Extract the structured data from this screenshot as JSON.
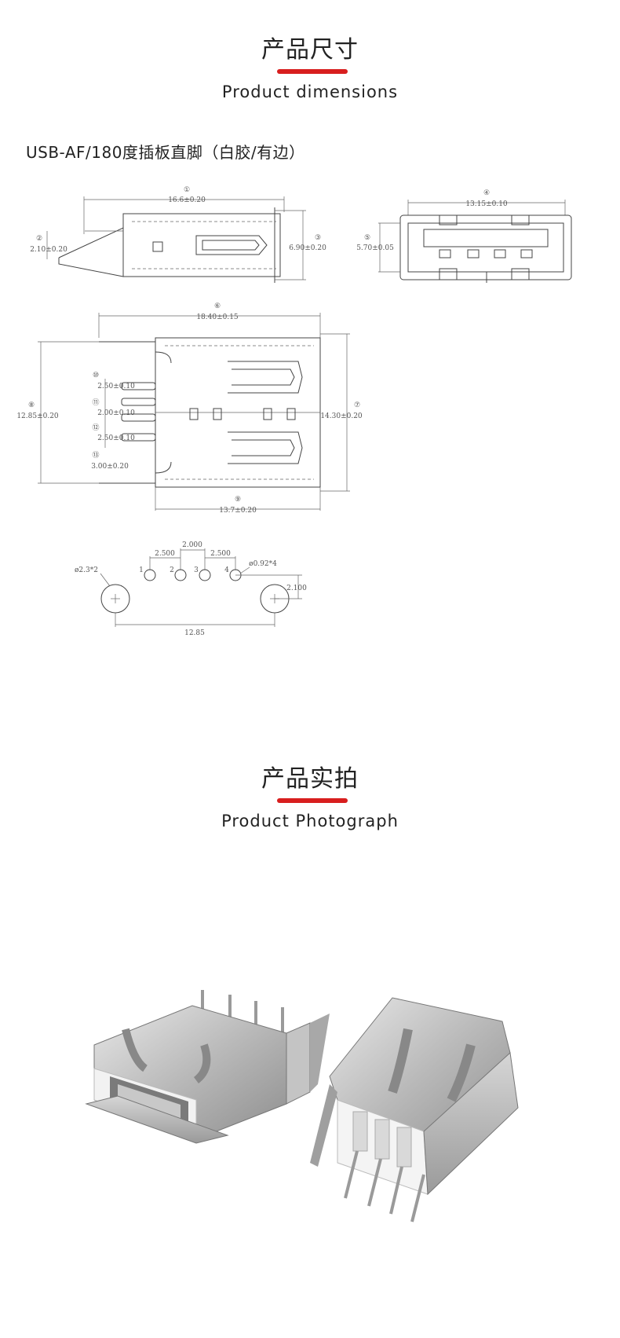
{
  "section1": {
    "title": "产品尺寸",
    "subtitle": "Product dimensions"
  },
  "model": "USB-AF/180度插板直脚（白胶/有边）",
  "callouts": {
    "c1": "①",
    "c2": "②",
    "c3": "③",
    "c4": "④",
    "c5": "⑤",
    "c6": "⑥",
    "c7": "⑦",
    "c8": "⑧",
    "c9": "⑨",
    "c10": "⑩",
    "c11": "⑪",
    "c12": "⑫",
    "c13": "⑬"
  },
  "dims": {
    "d1": "16.6±0.20",
    "d2": "2.10±0.20",
    "d3": "6.90±0.20",
    "d4": "13.15±0.10",
    "d5": "5.70±0.05",
    "d6": "18.40±0.15",
    "d7": "14.30±0.20",
    "d8": "12.85±0.20",
    "d9": "13.7±0.20",
    "d10": "2.50±0.10",
    "d11": "2.00±0.10",
    "d12": "2.50±0.10",
    "d13": "3.00±0.20"
  },
  "footprint": {
    "hole_large": "ø2.3*2",
    "hole_small": "ø0.92*4",
    "pitch_a": "2.500",
    "pitch_b": "2.000",
    "pitch_c": "2.500",
    "offset": "2.100",
    "span": "12.85",
    "pin1": "1",
    "pin2": "2",
    "pin3": "3",
    "pin4": "4"
  },
  "section2": {
    "title": "产品实拍",
    "subtitle": "Product Photograph"
  }
}
